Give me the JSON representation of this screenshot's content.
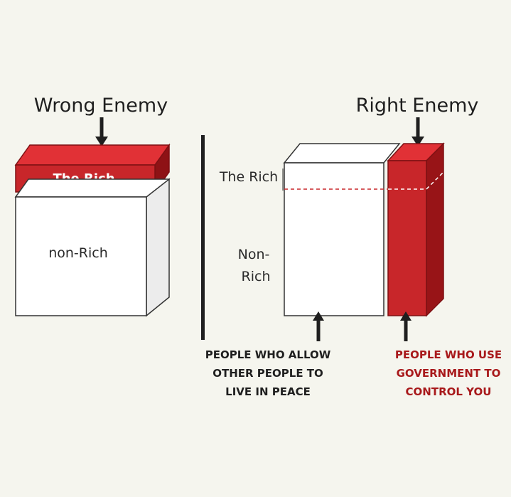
{
  "left": {
    "title": "Wrong Enemy",
    "top_label": "The Rich",
    "body_label": "non-Rich"
  },
  "right": {
    "title": "Right Enemy",
    "rich_label": "The Rich",
    "nonrich_line1": "Non-",
    "nonrich_line2": "Rich",
    "caption_left": [
      "PEOPLE WHO ALLOW",
      "OTHER PEOPLE TO",
      "LIVE IN PEACE"
    ],
    "caption_right": [
      "PEOPLE WHO USE",
      "GOVERNMENT TO",
      "CONTROL YOU"
    ]
  },
  "colors": {
    "background": "#f5f5ee",
    "red": "#c8262a",
    "red_dark": "#981417",
    "caption_red": "#a8191b"
  }
}
